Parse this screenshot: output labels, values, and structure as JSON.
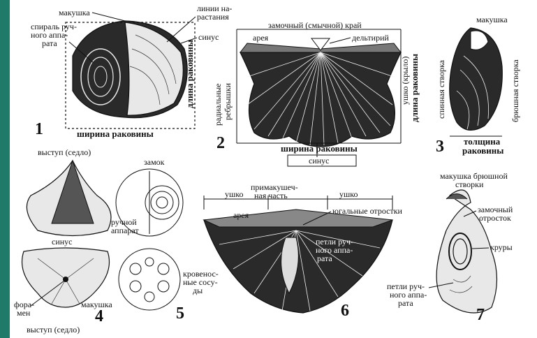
{
  "colors": {
    "background": "#1f7a6a",
    "panel": "#ffffff",
    "ink": "#111111"
  },
  "figures": {
    "fig1": {
      "number": "1",
      "labels": {
        "makushka": "макушка",
        "spiral": [
          "спираль руч-",
          "ного аппа-",
          "рата"
        ],
        "growth_lines": [
          "линии на-",
          "растания"
        ],
        "sinus": "синус",
        "length": "длина раковины",
        "width": "ширина раковины"
      }
    },
    "fig2": {
      "number": "2",
      "labels": {
        "hinge": "замочный (смычной) край",
        "area": "арея",
        "deltyrium": "дельтирий",
        "ear": "ушко (крыло)",
        "length": "длина раковины",
        "radial_ribs": [
          "радиальные",
          "ребрышки"
        ],
        "width": "ширина раковины",
        "sinus": "синус"
      }
    },
    "fig3": {
      "number": "3",
      "labels": {
        "makushka": "макушка",
        "dorsal": "спинная створка",
        "ventral": "брюшная створка",
        "thickness": [
          "толщина",
          "раковины"
        ]
      }
    },
    "fig4": {
      "number": "4",
      "labels": {
        "saddle_top": "выступ (седло)",
        "sinus": "синус",
        "foramen": [
          "фора-",
          "мен"
        ],
        "makushka": "макушка",
        "saddle_bottom": "выступ (седло)"
      }
    },
    "fig5": {
      "number": "5",
      "labels": {
        "lock": "замок",
        "brachial": [
          "ручной",
          "аппарат"
        ],
        "vessels": [
          "кровенос-",
          "ные сосу-",
          "ды"
        ]
      }
    },
    "fig6": {
      "number": "6",
      "labels": {
        "ear_left": "ушко",
        "ear_right": "ушко",
        "beak_part": [
          "примакушеч-",
          "ная часть"
        ],
        "area": "арея",
        "jugal": "югальные отростки",
        "loops": [
          "петли руч-",
          "ного аппа-",
          "рата"
        ]
      }
    },
    "fig7": {
      "number": "7",
      "labels": {
        "beak": [
          "макушка брюшной",
          "створки"
        ],
        "cardinal": [
          "замочный",
          "отросток"
        ],
        "crura": "круры",
        "loops": [
          "петли руч-",
          "ного аппа-",
          "рата"
        ]
      }
    }
  }
}
